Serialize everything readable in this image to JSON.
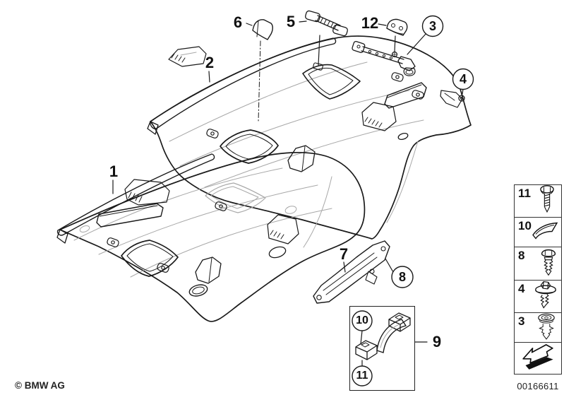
{
  "callouts": [
    {
      "label": "1"
    },
    {
      "label": "2"
    },
    {
      "label": "3"
    },
    {
      "label": "4"
    },
    {
      "label": "5"
    },
    {
      "label": "6"
    },
    {
      "label": "7"
    },
    {
      "label": "8"
    },
    {
      "label": "9"
    },
    {
      "label": "10"
    },
    {
      "label": "11"
    },
    {
      "label": "12"
    }
  ],
  "sidebar": {
    "items": [
      {
        "label": "11",
        "icon": "hex-head-screw-icon"
      },
      {
        "label": "10",
        "icon": "trim-cap-icon"
      },
      {
        "label": "8",
        "icon": "pan-head-screw-icon"
      },
      {
        "label": "4",
        "icon": "washer-screw-icon"
      },
      {
        "label": "3",
        "icon": "expansion-rivet-icon"
      }
    ],
    "direction_arrow": "direction-arrow-icon"
  },
  "footer": {
    "copyright": "© BMW AG",
    "image_number": "00166611"
  },
  "colors": {
    "line": "#1a1a1a",
    "light_line": "#a8a8a8",
    "background": "#ffffff"
  }
}
